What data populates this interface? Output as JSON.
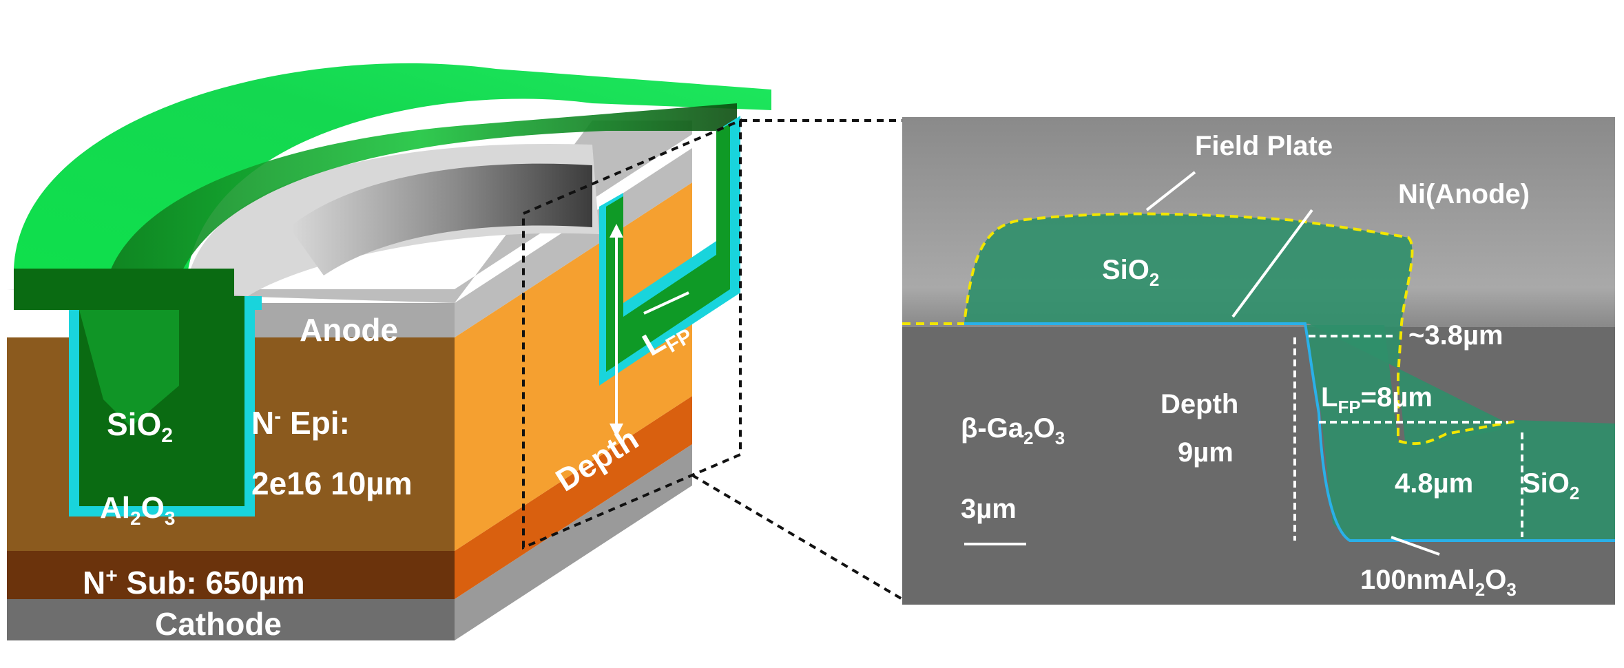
{
  "left_panel": {
    "anode_label": "Anode",
    "sio2_label": "SiO",
    "sio2_sub": "2",
    "epi_label_main": "N",
    "epi_label_sup": "-",
    "epi_label_rest": " Epi:",
    "epi_doping": "2e16 10µm",
    "al2o3_label_a": "Al",
    "al2o3_sub_a": "2",
    "al2o3_label_b": "O",
    "al2o3_sub_b": "3",
    "sub_label_main": "N",
    "sub_label_sup": "+",
    "sub_label_rest": " Sub: 650µm",
    "cathode_label": "Cathode",
    "lfp_label": "L",
    "lfp_sub": "FP",
    "depth_label": "Depth"
  },
  "right_panel": {
    "field_plate_label": "Field Plate",
    "ni_anode_label": "Ni(Anode)",
    "sio2_top_label": "SiO",
    "sio2_top_sub": "2",
    "dim_38_label": "~3.8µm",
    "ga2o3_a": "β-Ga",
    "ga2o3_sub_a": "2",
    "ga2o3_b": "O",
    "ga2o3_sub_b": "3",
    "depth_label": "Depth",
    "depth_value": "9µm",
    "lfp_label": "L",
    "lfp_sub": "FP",
    "lfp_value": "=8µm",
    "dim_48_label": "4.8µm",
    "sio2_right_label": "SiO",
    "sio2_right_sub": "2",
    "scale_label": "3µm",
    "al2o3_a": "100nmAl",
    "al2o3_sub_a": "2",
    "al2o3_b": "O",
    "al2o3_sub_b": "3"
  },
  "colors": {
    "sio2_green": "#16e05a",
    "sio2_dark": "#0a6b12",
    "al2o3_cyan": "#19d4dc",
    "epi_brown": "#8b5a1e",
    "epi_orange": "#f5a030",
    "sub_brown": "#6b330c",
    "sub_orange": "#d9600f",
    "anode_gray": "#b5b5b5",
    "cathode_gray": "#6e6e6e",
    "sem_gray": "#6c6c6c",
    "sem_oxide": "#2f8f6a",
    "outline_yellow": "#f2e600",
    "outline_blue": "#2ab0e8"
  }
}
